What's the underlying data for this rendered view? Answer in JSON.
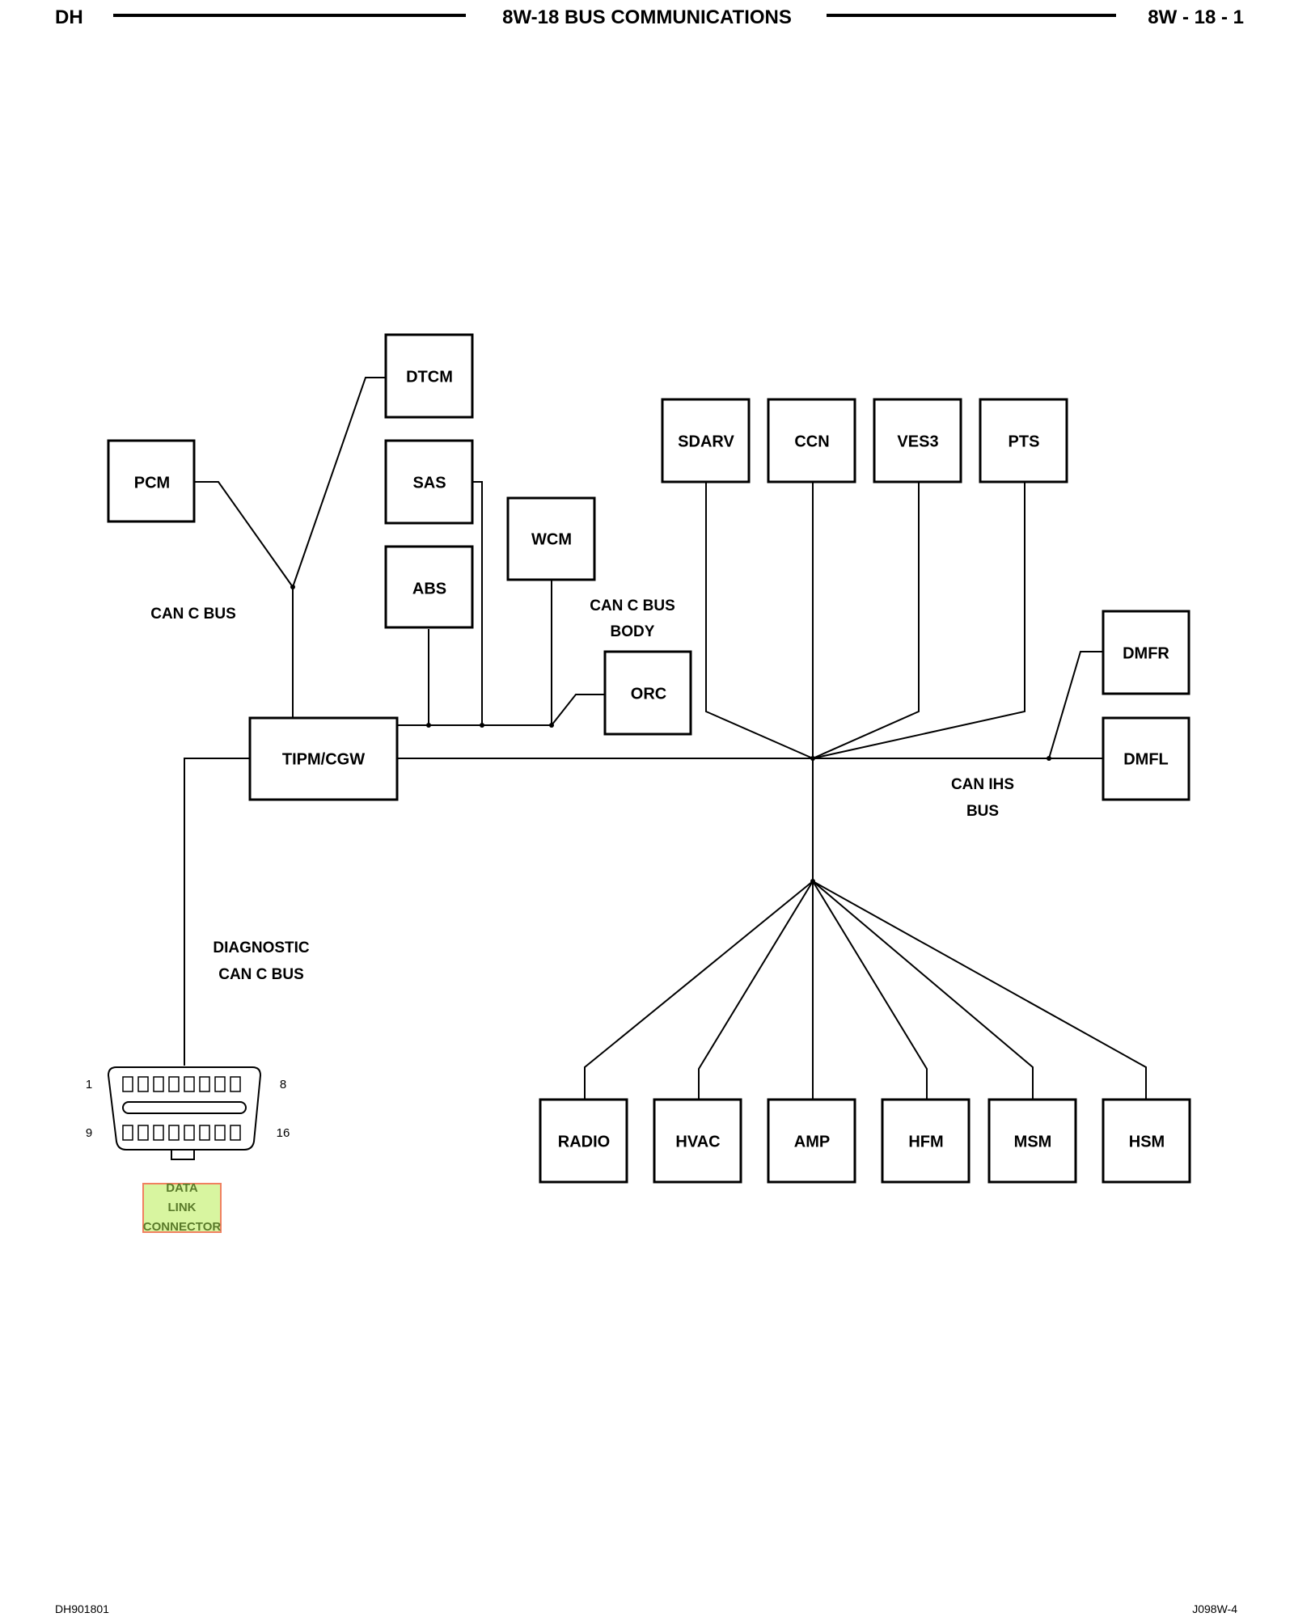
{
  "header": {
    "left": "DH",
    "title": "8W-18 BUS COMMUNICATIONS",
    "page": "8W - 18 - 1"
  },
  "footer": {
    "left": "DH901801",
    "right": "J098W-4"
  },
  "modules": {
    "pcm": "PCM",
    "dtcm": "DTCM",
    "sas": "SAS",
    "abs": "ABS",
    "wcm": "WCM",
    "orc": "ORC",
    "tipm": "TIPM/CGW",
    "sdarv": "SDARV",
    "ccn": "CCN",
    "ves3": "VES3",
    "pts": "PTS",
    "dmfr": "DMFR",
    "dmfl": "DMFL",
    "radio": "RADIO",
    "hvac": "HVAC",
    "amp": "AMP",
    "hfm": "HFM",
    "msm": "MSM",
    "hsm": "HSM"
  },
  "bus_labels": {
    "can_c_bus": "CAN C BUS",
    "can_c_bus_body_1": "CAN C BUS",
    "can_c_bus_body_2": "BODY",
    "can_ihs_1": "CAN IHS",
    "can_ihs_2": "BUS",
    "diag_1": "DIAGNOSTIC",
    "diag_2": "CAN C BUS"
  },
  "connector": {
    "pin_1": "1",
    "pin_8": "8",
    "pin_9": "9",
    "pin_16": "16",
    "label_1": "DATA",
    "label_2": "LINK",
    "label_3": "CONNECTOR"
  },
  "colors": {
    "line": "#000000",
    "dlc_fill": "#d8f5a0",
    "dlc_border": "#f08060",
    "dlc_text": "#5a7a2a"
  }
}
